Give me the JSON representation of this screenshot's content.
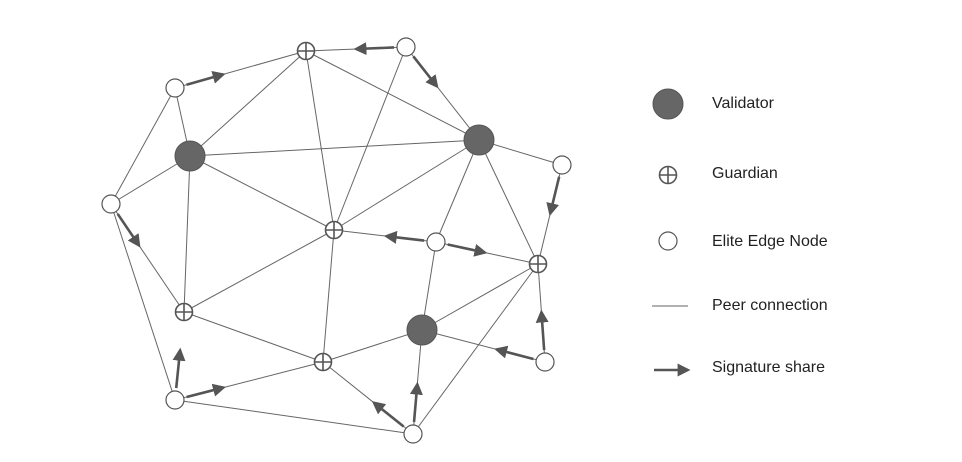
{
  "colors": {
    "validator_fill": "#666666",
    "validator_stroke": "#555555",
    "node_stroke": "#555555",
    "node_fill": "#ffffff",
    "edge": "#666666",
    "arrow": "#555555"
  },
  "legend": [
    {
      "kind": "validator",
      "label": "Validator"
    },
    {
      "kind": "guardian",
      "label": "Guardian"
    },
    {
      "kind": "edge-node",
      "label": "Elite Edge Node"
    },
    {
      "kind": "peer-connection",
      "label": "Peer connection"
    },
    {
      "kind": "signature-share",
      "label": "Signature share"
    }
  ],
  "network": {
    "nodes": [
      {
        "id": "V1",
        "kind": "validator"
      },
      {
        "id": "V2",
        "kind": "validator"
      },
      {
        "id": "V3",
        "kind": "validator"
      },
      {
        "id": "G1",
        "kind": "guardian"
      },
      {
        "id": "G2",
        "kind": "guardian"
      },
      {
        "id": "G3",
        "kind": "guardian"
      },
      {
        "id": "G4",
        "kind": "guardian"
      },
      {
        "id": "G5",
        "kind": "guardian"
      },
      {
        "id": "E1",
        "kind": "edge-node"
      },
      {
        "id": "E2",
        "kind": "edge-node"
      },
      {
        "id": "E3",
        "kind": "edge-node"
      },
      {
        "id": "E4",
        "kind": "edge-node"
      },
      {
        "id": "E5",
        "kind": "edge-node"
      },
      {
        "id": "E6",
        "kind": "edge-node"
      },
      {
        "id": "E7",
        "kind": "edge-node"
      },
      {
        "id": "E8",
        "kind": "edge-node"
      }
    ],
    "peer_connections": [
      [
        "E1",
        "G1"
      ],
      [
        "E1",
        "V1"
      ],
      [
        "E1",
        "E2"
      ],
      [
        "G1",
        "V1"
      ],
      [
        "G1",
        "G2"
      ],
      [
        "G1",
        "V2"
      ],
      [
        "G1",
        "E3"
      ],
      [
        "E3",
        "V2"
      ],
      [
        "E3",
        "G2"
      ],
      [
        "E2",
        "V1"
      ],
      [
        "E2",
        "G3"
      ],
      [
        "E2",
        "E7"
      ],
      [
        "V1",
        "V2"
      ],
      [
        "V1",
        "G2"
      ],
      [
        "V1",
        "G3"
      ],
      [
        "V2",
        "G2"
      ],
      [
        "V2",
        "E5"
      ],
      [
        "V2",
        "E4"
      ],
      [
        "V2",
        "G4"
      ],
      [
        "E4",
        "G4"
      ],
      [
        "G2",
        "E5"
      ],
      [
        "G2",
        "G3"
      ],
      [
        "G2",
        "G5"
      ],
      [
        "E5",
        "G4"
      ],
      [
        "E5",
        "V3"
      ],
      [
        "G4",
        "V3"
      ],
      [
        "G4",
        "E6"
      ],
      [
        "G4",
        "E8"
      ],
      [
        "G3",
        "G5"
      ],
      [
        "G5",
        "E7"
      ],
      [
        "G5",
        "V3"
      ],
      [
        "G5",
        "E8"
      ],
      [
        "V3",
        "E6"
      ],
      [
        "V3",
        "E8"
      ],
      [
        "E7",
        "E8"
      ]
    ],
    "signature_shares": [
      [
        "E1",
        "G1"
      ],
      [
        "E3",
        "G1"
      ],
      [
        "E3",
        "V2"
      ],
      [
        "E4",
        "G4"
      ],
      [
        "E2",
        "G3"
      ],
      [
        "E5",
        "G2"
      ],
      [
        "E5",
        "G4"
      ],
      [
        "E6",
        "G4"
      ],
      [
        "E6",
        "V3"
      ],
      [
        "E7",
        "G3"
      ],
      [
        "E7",
        "G5"
      ],
      [
        "E8",
        "G5"
      ],
      [
        "E8",
        "V3"
      ]
    ]
  }
}
